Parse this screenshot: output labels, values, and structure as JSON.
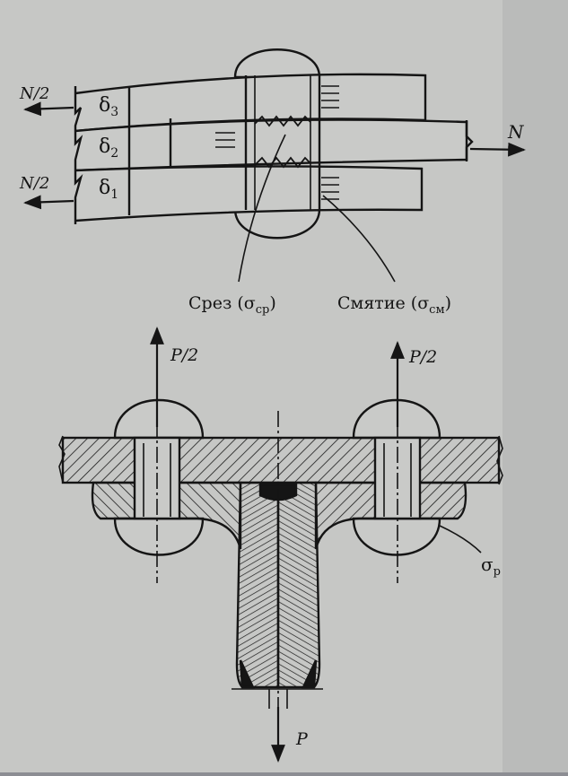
{
  "colors": {
    "background": "#8c8d93",
    "paper": "#c9cac8",
    "ink": "#151515"
  },
  "top_figure": {
    "label_n_half_top": "N/2",
    "label_n_half_bottom": "N/2",
    "label_n": "N",
    "label_delta3": "δ",
    "label_delta3_sub": "3",
    "label_delta2": "δ",
    "label_delta2_sub": "2",
    "label_delta1": "δ",
    "label_delta1_sub": "1",
    "label_shear": "Срез",
    "label_shear_symbol": "σ",
    "label_shear_sub": "ср",
    "label_bearing": "Смятие",
    "label_bearing_symbol": "σ",
    "label_bearing_sub": "см"
  },
  "bottom_figure": {
    "label_p_half_left": "P/2",
    "label_p_half_right": "P/2",
    "label_p": "P",
    "label_tension_symbol": "σ",
    "label_tension_sub": "р"
  }
}
